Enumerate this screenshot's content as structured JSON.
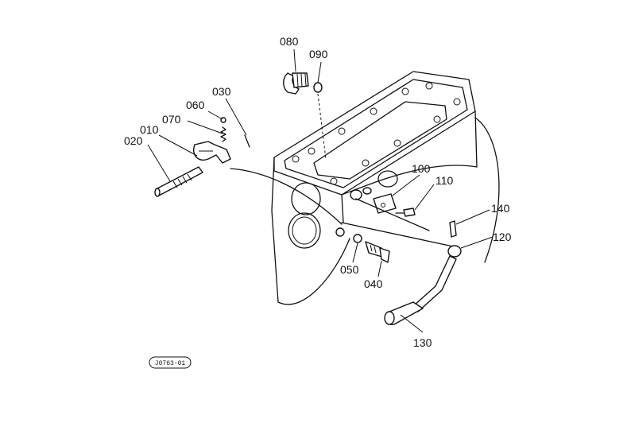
{
  "parts": [
    {
      "id": "p080",
      "number": "080"
    },
    {
      "id": "p090",
      "number": "090"
    },
    {
      "id": "p030",
      "number": "030"
    },
    {
      "id": "p060",
      "number": "060"
    },
    {
      "id": "p070",
      "number": "070"
    },
    {
      "id": "p010",
      "number": "010"
    },
    {
      "id": "p020",
      "number": "020"
    },
    {
      "id": "p100",
      "number": "100"
    },
    {
      "id": "p110",
      "number": "110"
    },
    {
      "id": "p140",
      "number": "140"
    },
    {
      "id": "p120",
      "number": "120"
    },
    {
      "id": "p050",
      "number": "050"
    },
    {
      "id": "p040",
      "number": "040"
    },
    {
      "id": "p130",
      "number": "130"
    }
  ],
  "diagram_code": "J0763-01"
}
